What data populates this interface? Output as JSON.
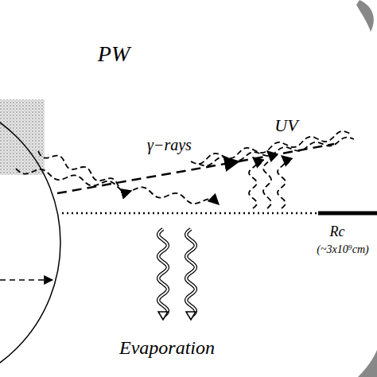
{
  "diagram": {
    "labels": [
      "PW",
      "γ−rays",
      "UV",
      "Rc",
      "(~3x10⁹cm)",
      "Evaporation"
    ]
  }
}
